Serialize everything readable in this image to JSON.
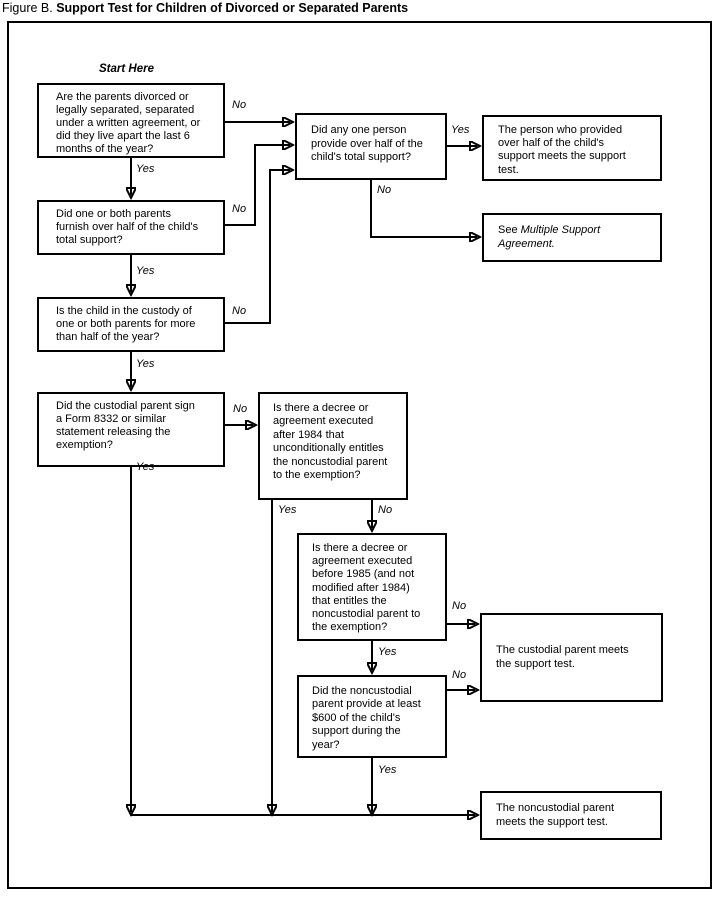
{
  "figure": {
    "label": "Figure B.",
    "title": "Support Test for Children of Divorced or Separated Parents"
  },
  "start_here": "Start Here",
  "labels": {
    "yes": "Yes",
    "no": "No"
  },
  "colors": {
    "ink": "#000000",
    "background": "#ffffff"
  },
  "nodes": {
    "q_divorced": "Are the parents divorced or\nlegally separated, separated\nunder a written agreement, or\ndid they live apart the last 6\nmonths of the year?",
    "q_half_support": "Did one or both parents\nfurnish over half of the child's\ntotal support?",
    "q_custody": "Is the child in the custody of\none or both parents for more\nthan half of the year?",
    "q_form_8332": "Did the custodial parent sign\na Form 8332 or similar\nstatement releasing the\nexemption?",
    "q_one_person": "Did any one person\nprovide over half of the\nchild's total support?",
    "r_person_provided": "The person who provided\nover half of the child's\nsupport meets the support\ntest.",
    "r_see_prefix": "See ",
    "r_see_italic": "Multiple Support\nAgreement.",
    "q_decree_after_1984": "Is there a decree or\nagreement executed\nafter 1984 that\nunconditionally entitles\nthe noncustodial parent\nto the exemption?",
    "q_decree_before_1985": "Is there a decree or\nagreement executed\nbefore 1985 (and not\nmodified after 1984)\nthat entitles the\nnoncustodial parent to\nthe exemption?",
    "q_600_support": "Did the noncustodial\nparent provide at least\n$600 of the child's\nsupport during the\nyear?",
    "r_custodial": "The custodial parent meets\nthe support test.",
    "r_noncustodial": "The noncustodial parent\nmeets the support test."
  }
}
